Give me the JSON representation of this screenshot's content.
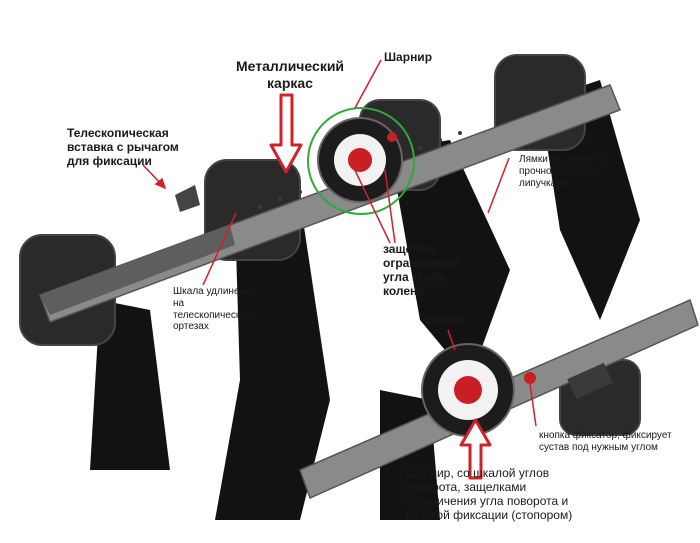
{
  "labels": {
    "metal_frame": "Металлический\nкаркас",
    "hinge": "Шарнир",
    "telescopic_insert": "Телескопическая\nвставка с рычагом\nдля фиксации",
    "straps": "Лямки из мягкой и\nпрочной ткани, с\nлипучками",
    "latches": "защелки\nограничения\nугла сгиба\nколена",
    "extension_scale": "Шкала удлинения\nна\nтелескопических\nортезах",
    "scale": "шкала",
    "lock_button": "кнопка фиксатор, фиксирует\nсустав под нужным углом",
    "hinge_full": "Шарнир, со шкалой углов\nповорота, защелками\nограничения угла поворота и\nкнопкой фиксации (стопором)"
  },
  "colors": {
    "arrow_red": "#d0202a",
    "circle_green": "#2eaa3a",
    "pointer_red": "#d0202a",
    "metal": "#8a8a8a",
    "strap": "#121212",
    "pad": "#2a2a2a"
  }
}
